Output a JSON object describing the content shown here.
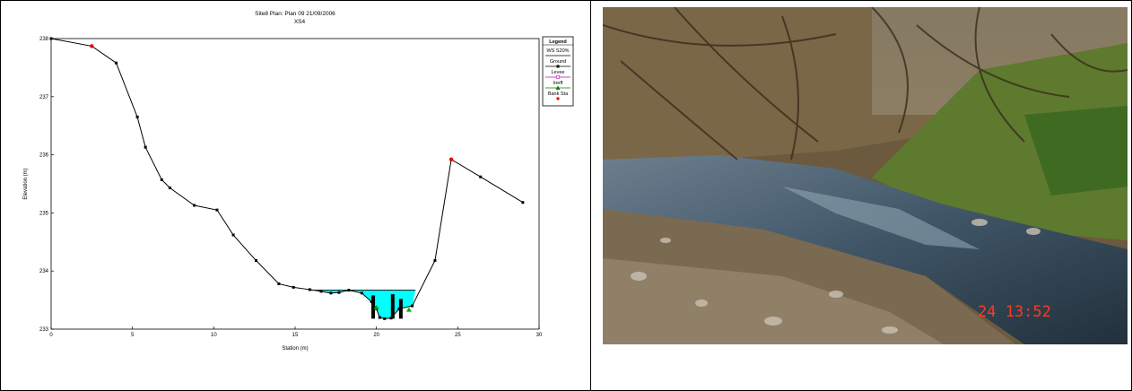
{
  "chart_data": {
    "type": "line",
    "title": "Site8      Plan: Plan 09    21/09/2006",
    "subtitle": "XS4",
    "xlabel": "Station (m)",
    "ylabel": "Elevation (m)",
    "xlim": [
      0,
      30
    ],
    "ylim": [
      233,
      238
    ],
    "xticks": [
      "0",
      "5",
      "10",
      "15",
      "20",
      "25",
      "30"
    ],
    "yticks": [
      "233",
      "234",
      "235",
      "236",
      "237",
      "238"
    ],
    "ground": {
      "x": [
        0,
        2.5,
        4.0,
        5.3,
        5.8,
        6.8,
        7.3,
        8.8,
        10.2,
        11.2,
        12.6,
        14.0,
        14.9,
        15.9,
        16.6,
        17.2,
        17.7,
        18.3,
        19.1,
        19.7,
        20.0,
        20.2,
        20.5,
        20.9,
        21.4,
        22.2,
        23.6,
        24.6,
        26.4,
        29.0
      ],
      "y": [
        238.0,
        237.87,
        237.58,
        236.65,
        236.13,
        235.57,
        235.43,
        235.13,
        235.05,
        234.62,
        234.18,
        233.78,
        233.72,
        233.68,
        233.65,
        233.62,
        233.63,
        233.67,
        233.62,
        233.47,
        233.35,
        233.2,
        233.18,
        233.19,
        233.35,
        233.4,
        234.18,
        235.92,
        235.62,
        235.18
      ]
    },
    "water_surface": {
      "elevation": 233.67,
      "x_start": 15.9,
      "x_end": 22.4
    },
    "levee": {
      "x": [
        20.0,
        22.0
      ],
      "y": [
        233.37,
        233.33
      ]
    },
    "bank_stations": {
      "x": [
        2.5,
        24.6
      ],
      "y": [
        237.87,
        235.92
      ]
    },
    "ineffective_bars": [
      {
        "x": 19.8,
        "top": 233.58
      },
      {
        "x": 21.0,
        "top": 233.6
      },
      {
        "x": 21.5,
        "top": 233.52
      }
    ],
    "legend": {
      "title": "Legend",
      "position": "top-right",
      "items": [
        {
          "label": "WS S20%",
          "color": "#000000",
          "marker": "none"
        },
        {
          "label": "Ground",
          "color": "#000000",
          "marker": "square"
        },
        {
          "label": "Levee",
          "color": "#c000c0",
          "marker": "hollow-square"
        },
        {
          "label": "Ineff",
          "color": "#008000",
          "marker": "triangle"
        },
        {
          "label": "Bank Sta",
          "color": "#e00000",
          "marker": "dot"
        }
      ]
    },
    "colors": {
      "water": "#00ffff",
      "ground": "#000000",
      "bank": "#e00000",
      "levee": "#00aa00",
      "ineff": "#000000"
    }
  },
  "photo": {
    "timestamp": "24  13:52",
    "icon": "river-photo-icon"
  }
}
